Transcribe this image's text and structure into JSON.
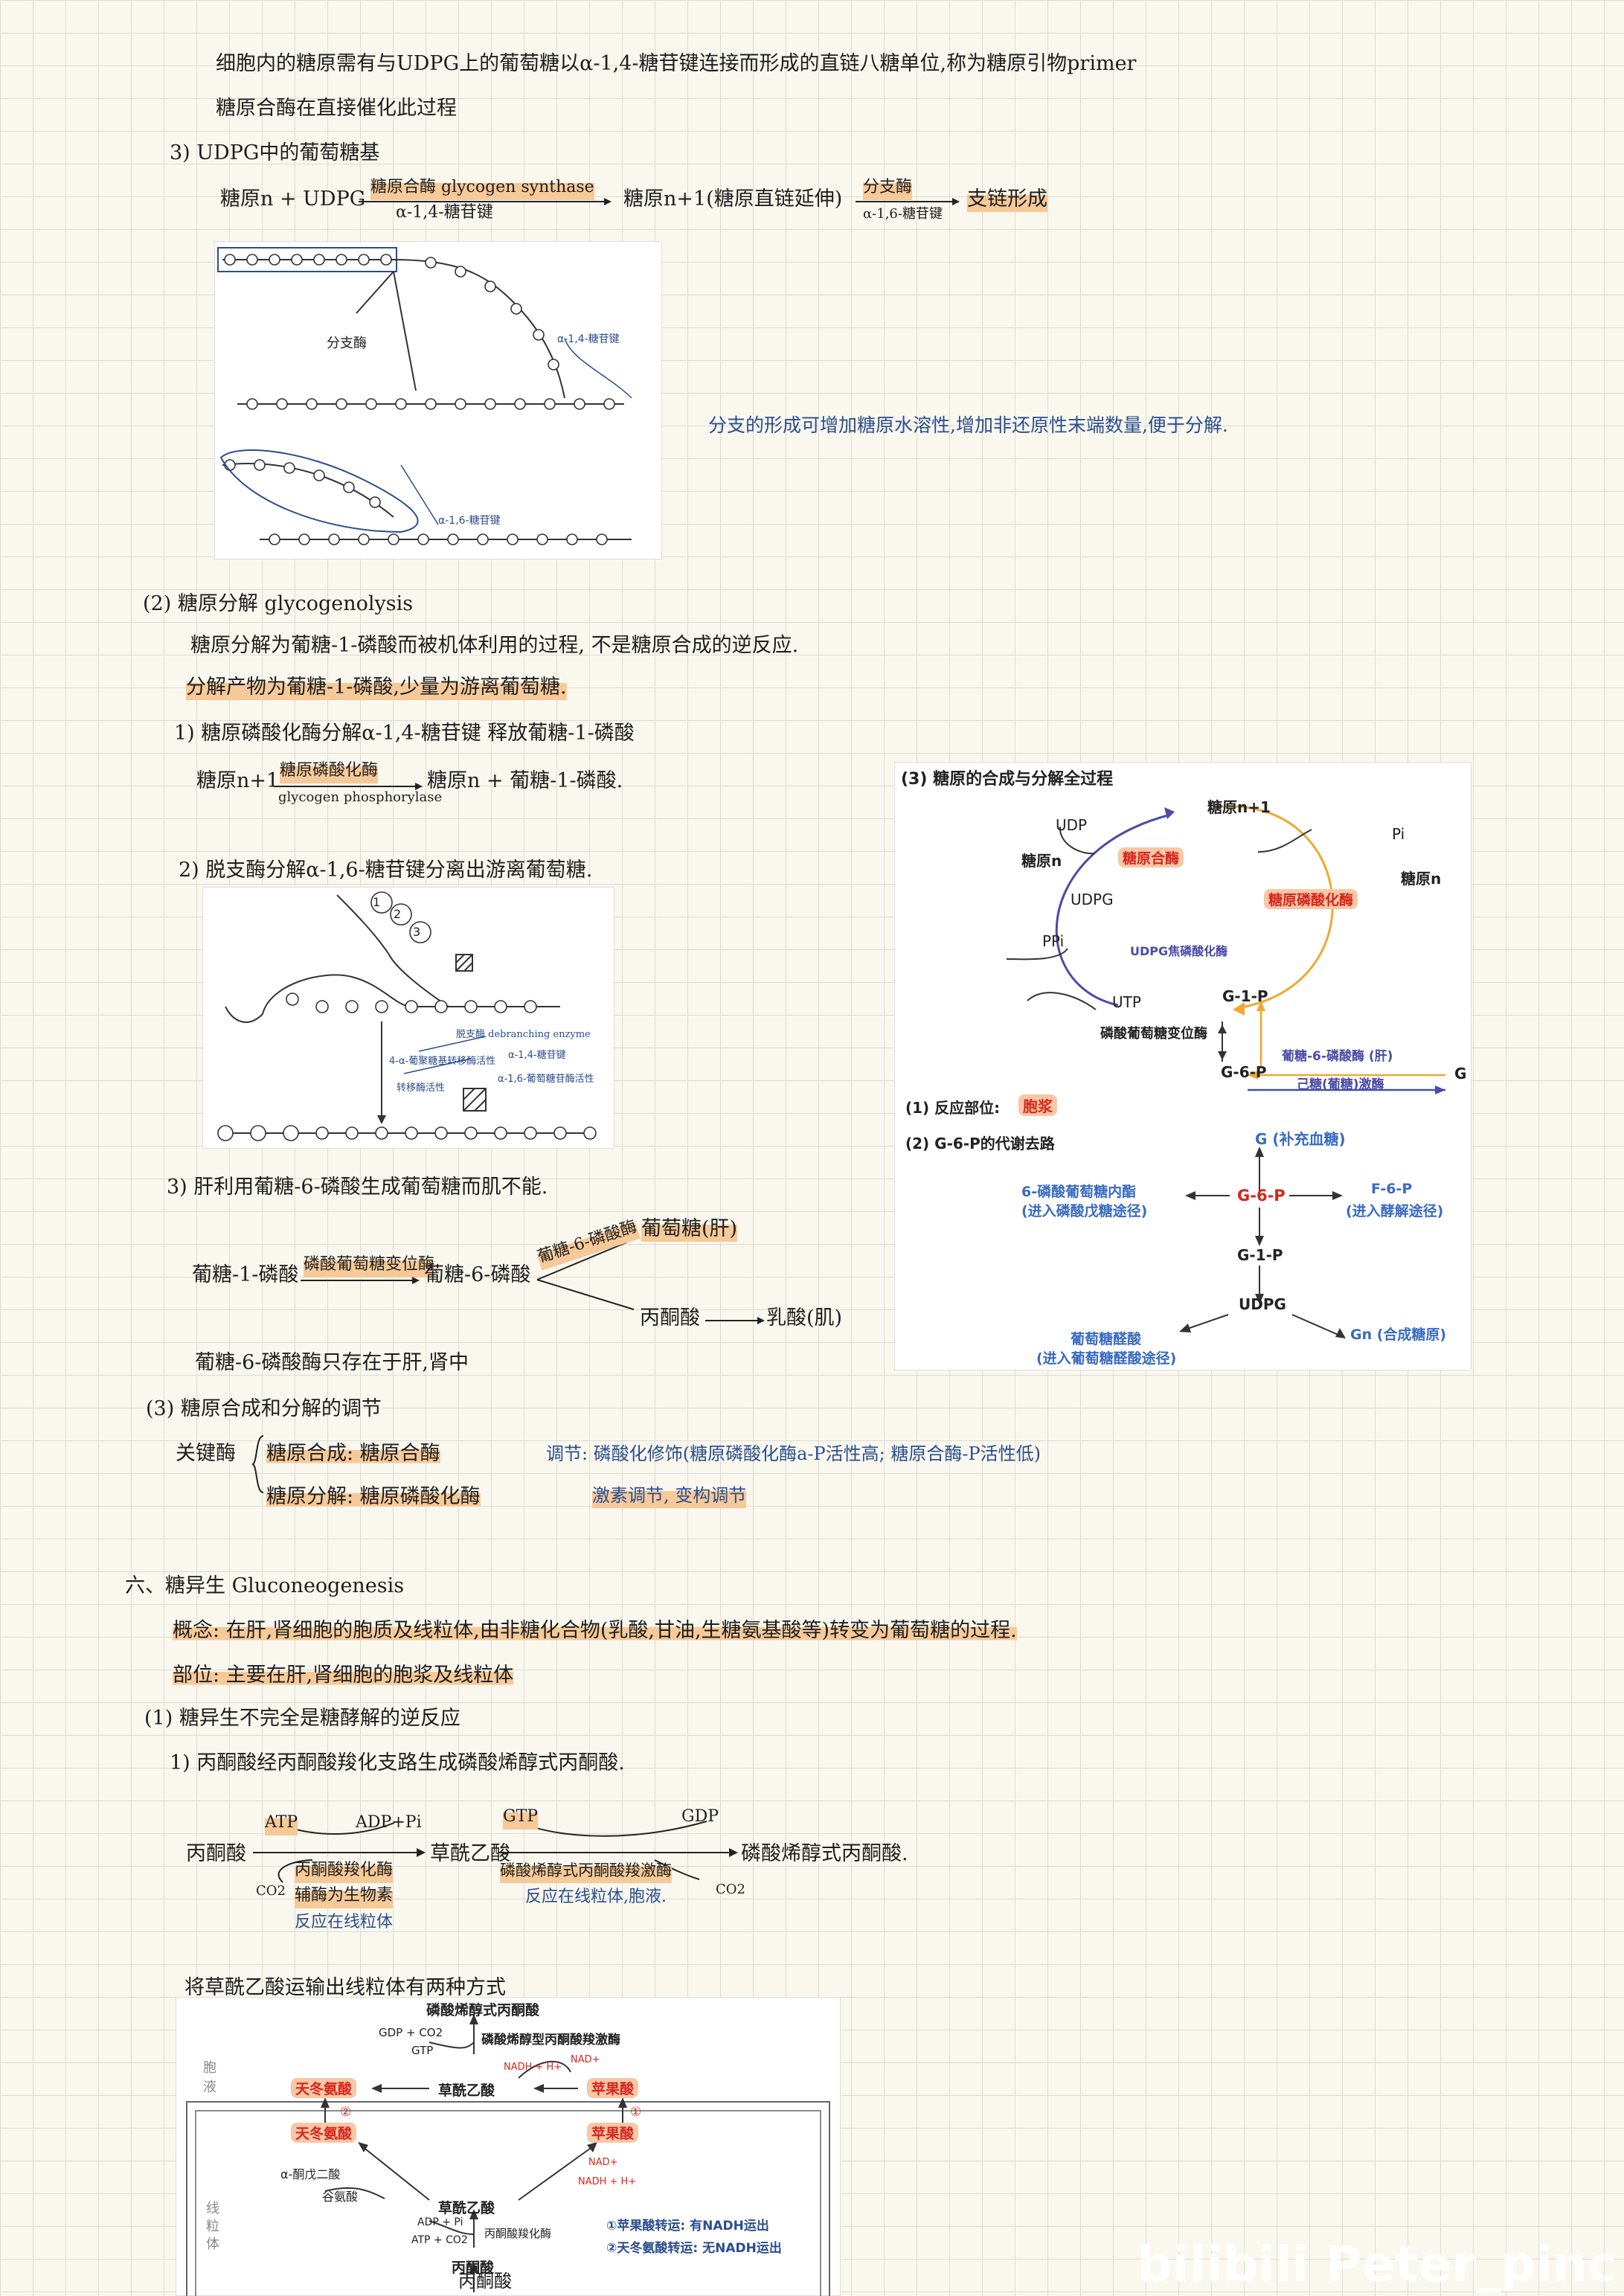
{
  "notes": {
    "l1": "细胞内的糖原需有与UDPG上的葡萄糖以α-1,4-糖苷键连接而形成的直链八糖单位,称为糖原引物primer",
    "l2": "糖原合酶在直接催化此过程",
    "l3": "3) UDPG中的葡萄糖基",
    "eq1_left": "糖原n + UDPG",
    "eq1_enzyme": "糖原合酶 glycogen synthase",
    "eq1_bond": "α-1,4-糖苷键",
    "eq1_mid": "糖原n+1(糖原直链延伸)",
    "eq1_enzyme2": "分支酶",
    "eq1_bond2": "α-1,6-糖苷键",
    "eq1_right": "支链形成",
    "branch_note": "分支的形成可增加糖原水溶性,增加非还原性末端数量,便于分解.",
    "fig1_enzyme": "分支酶",
    "fig1_bond1": "α-1,4-糖苷键",
    "fig1_bond2": "α-1,6-糖苷键",
    "s2_title": "(2) 糖原分解 glycogenolysis",
    "s2_l1": "糖原分解为葡糖-1-磷酸而被机体利用的过程, 不是糖原合成的逆反应.",
    "s2_l2": "分解产物为葡糖-1-磷酸,少量为游离葡萄糖.",
    "s2_p1": "1) 糖原磷酸化酶分解α-1,4-糖苷键 释放葡糖-1-磷酸",
    "s2_eq_left": "糖原n+1",
    "s2_eq_enz": "糖原磷酸化酶",
    "s2_eq_enz_en": "glycogen phosphorylase",
    "s2_eq_right": "糖原n + 葡糖-1-磷酸.",
    "s2_p2": "2) 脱支酶分解α-1,6-糖苷键分离出游离葡萄糖.",
    "fig2_l1": "脱支酶 debranching enzyme",
    "fig2_l2": "α-1,4-糖苷键",
    "fig2_l3": "α-1,6-葡萄糖苷酶活性",
    "fig2_l4": "4-α-葡聚糖基转移酶活性",
    "fig2_l5": "转移酶活性",
    "fig2_n1": "1",
    "fig2_n2": "2",
    "fig2_n3": "3",
    "s3_p": "3) 肝利用葡糖-6-磷酸生成葡萄糖而肌不能.",
    "s3_a": "葡糖-1-磷酸",
    "s3_enz": "磷酸葡萄糖变位酶",
    "s3_b": "葡糖-6-磷酸",
    "s3_enz2": "葡糖-6-磷酸酶",
    "s3_c": "葡萄糖(肝)",
    "s3_d": "丙酮酸",
    "s3_e": "乳酸(肌)",
    "s3_note": "葡糖-6-磷酸酶只存在于肝,肾中",
    "s4_title": "(3) 糖原合成和分解的调节",
    "s4_key": "关键酶",
    "s4_syn": "糖原合成: 糖原合酶",
    "s4_dec": "糖原分解: 糖原磷酸化酶",
    "s4_reg1": "调节: 磷酸化修饰(糖原磷酸化酶a-P活性高; 糖原合酶-P活性低)",
    "s4_reg2": "激素调节, 变构调节",
    "fig3": {
      "title": "(3) 糖原的合成与分解全过程",
      "glyn1": "糖原n+1",
      "udp": "UDP",
      "glyn": "糖原n",
      "synthase": "糖原合酶",
      "pi": "Pi",
      "glyn_r": "糖原n",
      "phos": "糖原磷酸化酶",
      "udpg": "UDPG",
      "ppi": "PPi",
      "udpg_enz": "UDPG焦磷酸化酶",
      "utp": "UTP",
      "g1p": "G-1-P",
      "mutase": "磷酸葡萄糖变位酶",
      "g6p": "G-6-P",
      "g6pase": "葡糖-6-磷酸酶 (肝)",
      "hexo": "己糖(葡糖)激酶",
      "g": "G",
      "site_label": "(1) 反应部位:",
      "site": "胞浆",
      "route_label": "(2) G-6-P的代谢去路",
      "g_sup": "G (补充血糖)",
      "pgl": "6-磷酸葡萄糖内酯",
      "pgl2": "(进入磷酸戊糖途径)",
      "center": "G-6-P",
      "f6p": "F-6-P",
      "f6p2": "(进入酵解途径)",
      "g1p2": "G-1-P",
      "udpg2": "UDPG",
      "glucur": "葡萄糖醛酸",
      "glucur2": "(进入葡萄糖醛酸途径)",
      "gn": "Gn (合成糖原)"
    },
    "s6_title": "六、糖异生 Gluconeogenesis",
    "s6_concept": "概念: 在肝,肾细胞的胞质及线粒体,由非糖化合物(乳酸,甘油,生糖氨基酸等)转变为葡萄糖的过程.",
    "s6_site": "部位: 主要在肝,肾细胞的胞浆及线粒体",
    "s6_p1": "(1) 糖异生不完全是糖酵解的逆反应",
    "s6_p2": "1) 丙酮酸经丙酮酸羧化支路生成磷酸烯醇式丙酮酸.",
    "s6_a": "丙酮酸",
    "s6_atp": "ATP",
    "s6_adp": "ADP+Pi",
    "s6_co2": "CO2",
    "s6_enz1": "丙酮酸羧化酶",
    "s6_cof": "辅酶为生物素",
    "s6_loc": "反应在线粒体",
    "s6_oaa": "草酰乙酸",
    "s6_gtp": "GTP",
    "s6_gdp": "GDP",
    "s6_enz2": "磷酸烯醇式丙酮酸羧激酶",
    "s6_loc2": "反应在线粒体,胞液.",
    "s6_co2b": "CO2",
    "s6_pep": "磷酸烯醇式丙酮酸.",
    "s6_trans": "将草酰乙酸运输出线粒体有两种方式",
    "fig4": {
      "pep": "磷酸烯醇式丙酮酸",
      "gdp": "GDP + CO2",
      "gtp": "GTP",
      "pepck": "磷酸烯醇型丙酮酸羧激酶",
      "cyto": "胞液",
      "asp1": "天冬氨酸",
      "oaa1": "草酰乙酸",
      "nadh1": "NADH + H+",
      "nad1": "NAD+",
      "mal1": "苹果酸",
      "c2": "②",
      "c1": "①",
      "asp2": "天冬氨酸",
      "mal2": "苹果酸",
      "akg": "α-酮戊二酸",
      "glu": "谷氨酸",
      "oaa2": "草酰乙酸",
      "nad2": "NAD+",
      "nadh2": "NADH + H+",
      "adp": "ADP + Pi",
      "atp": "ATP + CO2",
      "pc": "丙酮酸羧化酶",
      "mito": "线粒体",
      "pyr": "丙酮酸",
      "n1": "①苹果酸转运: 有NADH运出",
      "n2": "②天冬氨酸转运: 无NADH运出",
      "pyr2": "丙酮酸"
    },
    "watermark": "bilibili Peter_pinc"
  },
  "colors": {
    "highlight": "#f6c998",
    "ink_blue": "#2a4d8f",
    "red": "#d7251d",
    "orange": "#f0a830",
    "purple": "#4b4ba8"
  }
}
